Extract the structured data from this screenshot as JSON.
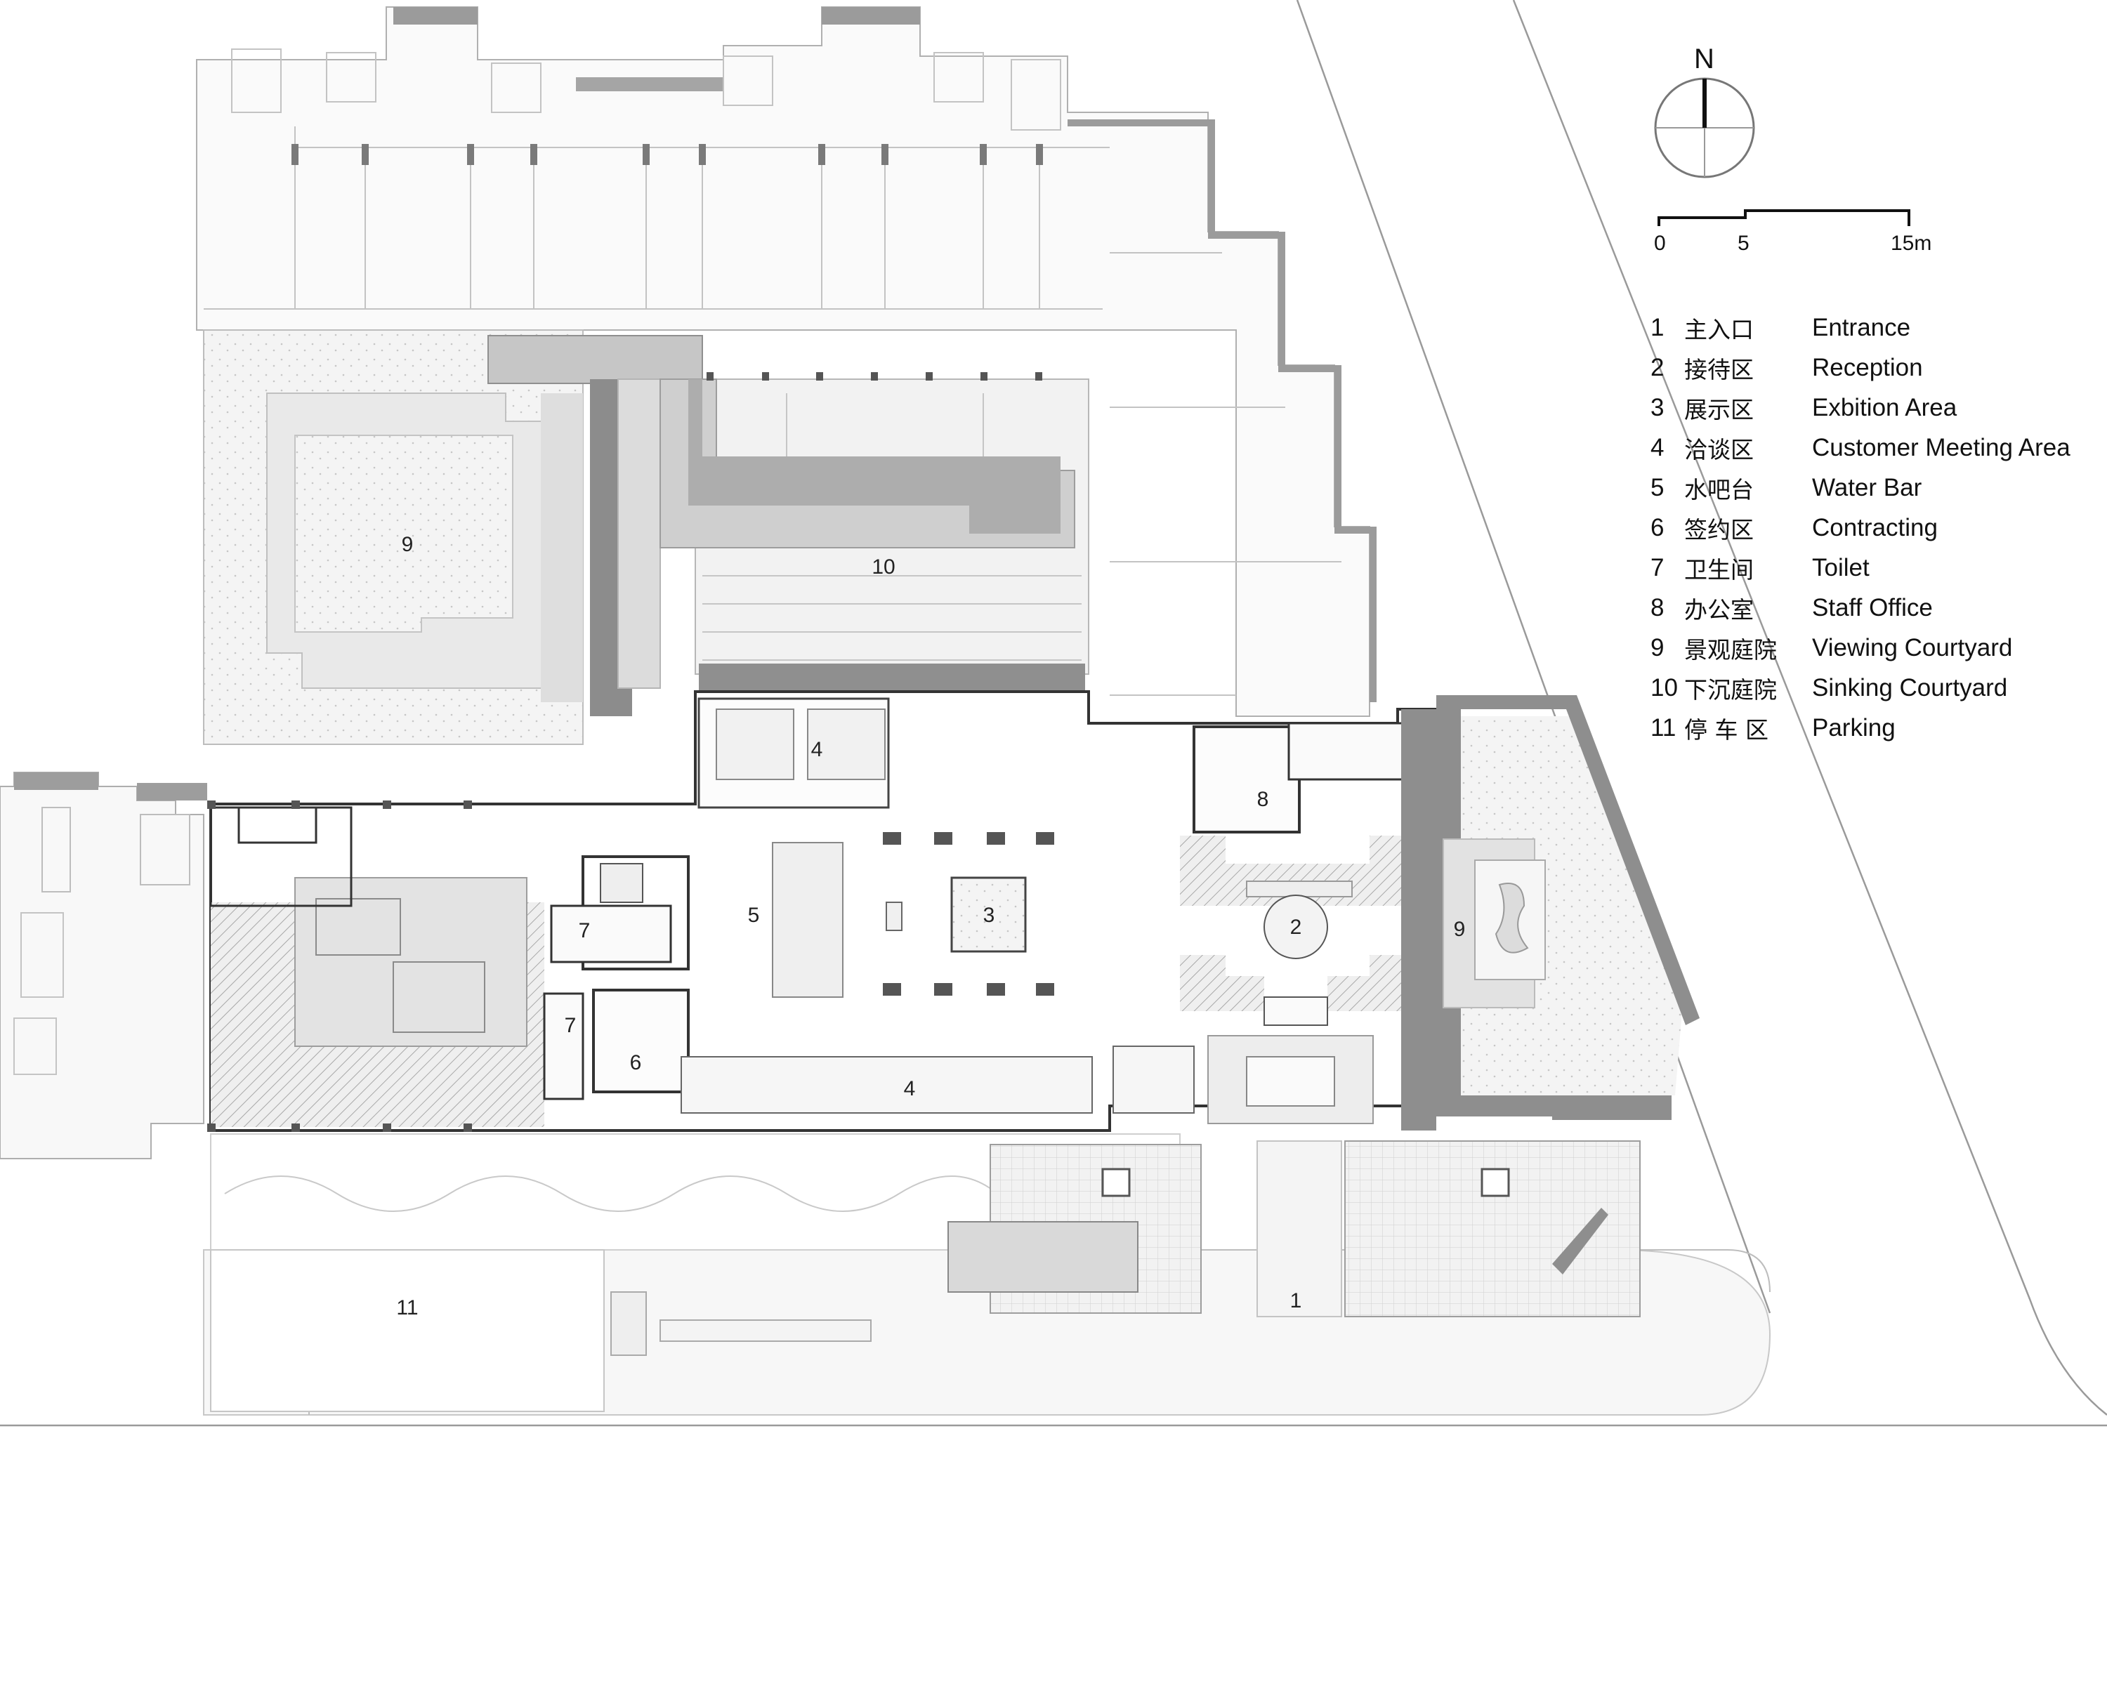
{
  "north": {
    "letter": "N"
  },
  "scale_bar": {
    "labels": [
      "0",
      "5",
      "15m"
    ]
  },
  "rooms": {
    "entrance": "1",
    "reception": "2",
    "exhibition": "3",
    "meeting_north": "4",
    "meeting_south": "4",
    "water_bar": "5",
    "contracting": "6",
    "toilet_north": "7",
    "toilet_south": "7",
    "staff_office": "8",
    "courtyard_west": "9",
    "courtyard_east": "9",
    "sinking_courtyard": "10",
    "parking": "11"
  },
  "legend": [
    {
      "num": "1",
      "cn": "主入口",
      "en": "Entrance"
    },
    {
      "num": "2",
      "cn": "接待区",
      "en": "Reception"
    },
    {
      "num": "3",
      "cn": "展示区",
      "en": "Exbition Area"
    },
    {
      "num": "4",
      "cn": "洽谈区",
      "en": "Customer Meeting Area"
    },
    {
      "num": "5",
      "cn": "水吧台",
      "en": "Water Bar"
    },
    {
      "num": "6",
      "cn": "签约区",
      "en": "Contracting"
    },
    {
      "num": "7",
      "cn": "卫生间",
      "en": "Toilet"
    },
    {
      "num": "8",
      "cn": "办公室",
      "en": "Staff Office"
    },
    {
      "num": "9",
      "cn": "景观庭院",
      "en": "Viewing Courtyard"
    },
    {
      "num": "10",
      "cn": "下沉庭院",
      "en": "Sinking Courtyard"
    },
    {
      "num": "11",
      "cn": "停 车 区",
      "en": "Parking"
    }
  ]
}
